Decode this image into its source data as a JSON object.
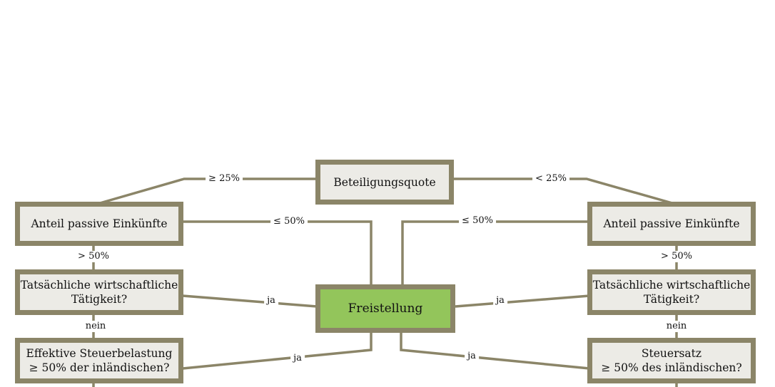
{
  "nodes": {
    "beteiligungsquote": "Beteiligungsquote",
    "left_passive": "Anteil passive Einkünfte",
    "right_passive": "Anteil passive Einkünfte",
    "left_taetigkeit": "Tatsächliche wirtschaftliche\nTätigkeit?",
    "right_taetigkeit": "Tatsächliche wirtschaftliche\nTätigkeit?",
    "freistellung": "Freistellung",
    "left_steuer": "Effektive Steuerbelastung\n≥ 50% der inländischen?",
    "right_steuer": "Steuersatz\n≥ 50% des inländischen?"
  },
  "edges": {
    "ge25": "≥ 25%",
    "lt25": "< 25%",
    "le50_left": "≤ 50%",
    "le50_right": "≤ 50%",
    "gt50_left": "> 50%",
    "gt50_right": "> 50%",
    "ja_left_taet": "ja",
    "ja_right_taet": "ja",
    "nein_left": "nein",
    "nein_right": "nein",
    "ja_left_steuer": "ja",
    "ja_right_steuer": "ja"
  },
  "colors": {
    "border": "#8b8568",
    "box_fill": "#ecebe6",
    "highlight_fill": "#93c55b",
    "connector": "#8b8568"
  }
}
